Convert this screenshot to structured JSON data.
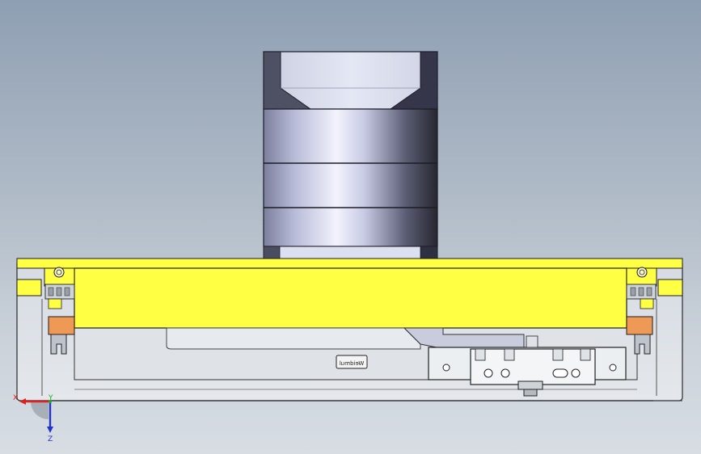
{
  "viewport": {
    "background_top": "#8f9fb3",
    "background_bottom": "#d7dde3"
  },
  "model": {
    "part_label": "Weidmul",
    "colors": {
      "yellow": "#ffff44",
      "orange": "#ee9955",
      "motor_light": "#e6e8f8",
      "motor_dark": "#2c2d3c",
      "outline": "#1c1c24"
    }
  },
  "triad": {
    "x_label": "X",
    "y_label": "Y",
    "z_label": "Z",
    "x_color": "#dd2222",
    "y_color": "#22aa22",
    "z_color": "#2233cc"
  }
}
